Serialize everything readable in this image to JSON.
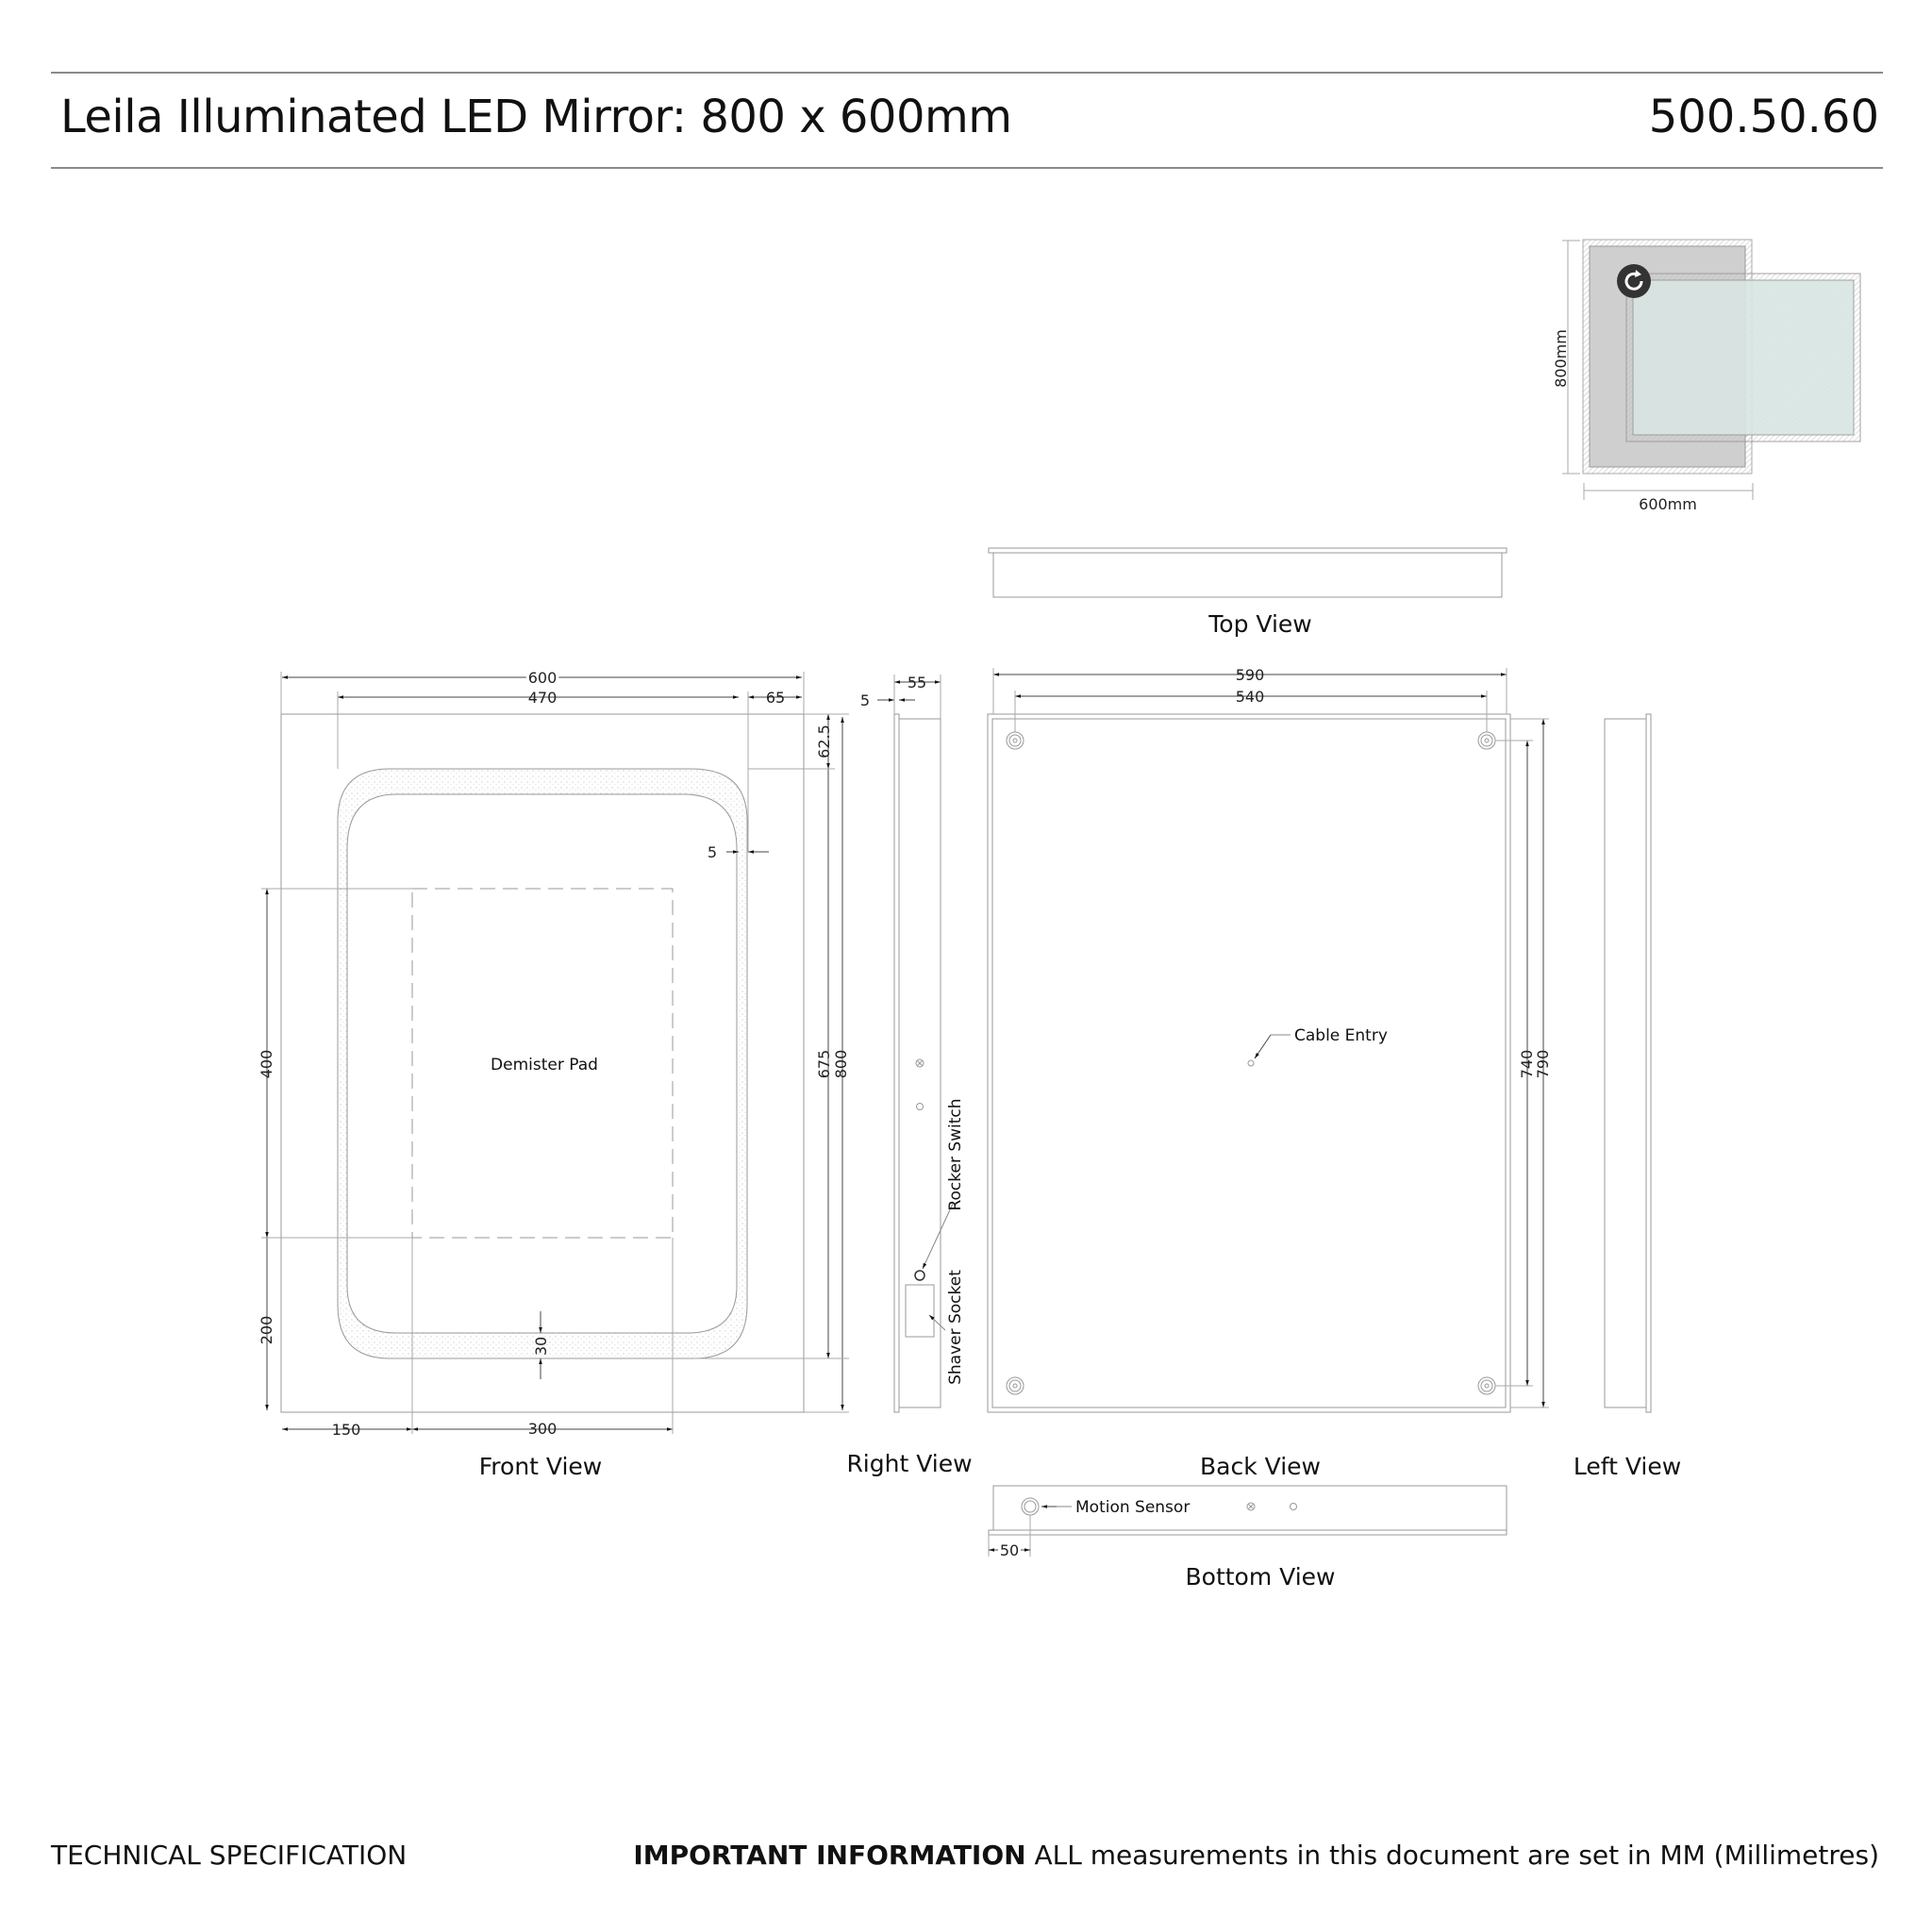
{
  "header": {
    "title": "Leila Illuminated LED Mirror: 800 x 600mm",
    "product_code": "500.50.60"
  },
  "thumbnail": {
    "height_label": "800mm",
    "width_label": "600mm",
    "icon": "rotate-icon"
  },
  "views": {
    "top": "Top View",
    "front": "Front View",
    "right": "Right View",
    "back": "Back View",
    "left": "Left View",
    "bottom": "Bottom View"
  },
  "front_view": {
    "dims": {
      "overall_width": "600",
      "inner_width": "470",
      "side_margin": "65",
      "top_margin": "62.5",
      "led_offset": "5",
      "inner_height": "675",
      "overall_height": "800",
      "pad_height": "400",
      "pad_bottom": "200",
      "pad_left": "150",
      "pad_width": "300",
      "led_band": "30"
    },
    "labels": {
      "demister": "Demister Pad"
    }
  },
  "right_view": {
    "dims": {
      "depth": "55",
      "lip": "5"
    },
    "labels": {
      "rocker": "Rocker Switch",
      "shaver": "Shaver Socket"
    }
  },
  "back_view": {
    "dims": {
      "width": "590",
      "hole_spacing_h": "540",
      "hole_spacing_v": "740",
      "height": "790"
    },
    "labels": {
      "cable": "Cable Entry"
    }
  },
  "bottom_view": {
    "dims": {
      "sensor_offset": "50"
    },
    "labels": {
      "motion": "Motion Sensor"
    }
  },
  "footer": {
    "left": "TECHNICAL SPECIFICATION",
    "right_bold": "IMPORTANT INFORMATION",
    "right_text": " ALL measurements in this document are set in MM (Millimetres)"
  }
}
